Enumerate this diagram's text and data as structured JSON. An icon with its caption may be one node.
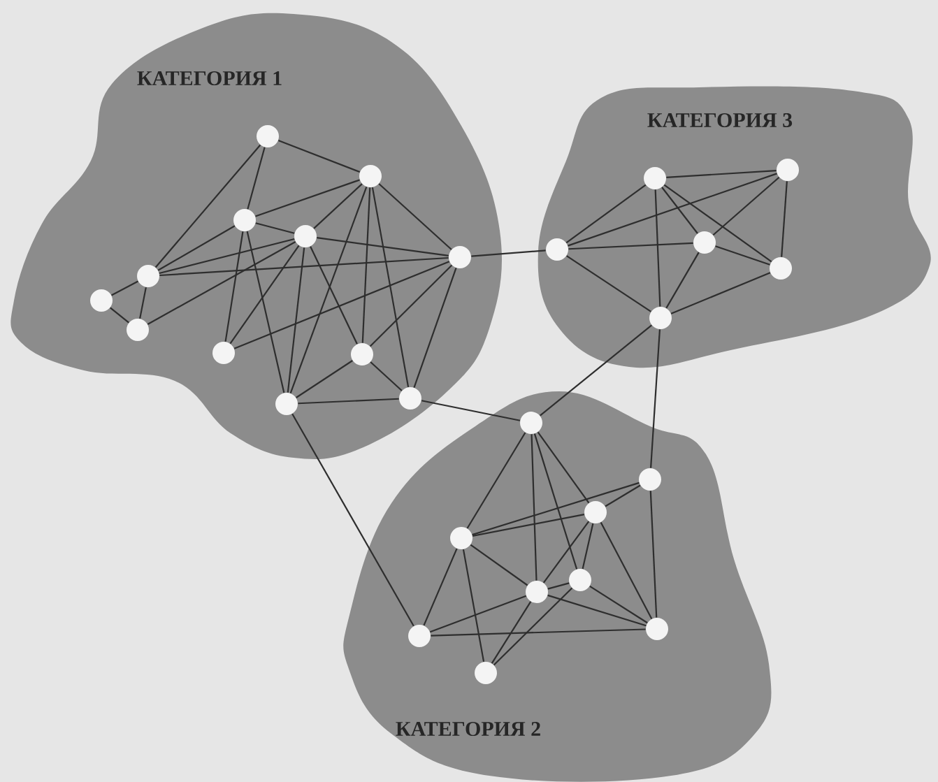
{
  "diagram": {
    "nodes": [
      {
        "text": [
          "КАТЕГОРИЯ 1"
        ]
      },
      {
        "text": [],
        "shape": "circle",
        "in": 0
      },
      {
        "text": [],
        "shape": "circle",
        "in": 0
      },
      {
        "text": [],
        "shape": "circle",
        "in": 0
      },
      {
        "text": [],
        "shape": "circle",
        "in": 0
      },
      {
        "text": [],
        "shape": "circle",
        "in": 0
      },
      {
        "text": [],
        "shape": "circle",
        "in": 0
      },
      {
        "text": [],
        "shape": "circle",
        "in": 0
      },
      {
        "text": [],
        "shape": "circle",
        "in": 0
      },
      {
        "text": [],
        "shape": "circle",
        "in": 0
      },
      {
        "text": [],
        "shape": "circle",
        "in": 0
      },
      {
        "text": [],
        "shape": "circle",
        "in": 0
      },
      {
        "text": [],
        "shape": "circle",
        "in": 0
      },
      {
        "text": [
          "КАТЕГОРИЯ 3"
        ]
      },
      {
        "text": [],
        "shape": "circle",
        "in": 13
      },
      {
        "text": [],
        "shape": "circle",
        "in": 13
      },
      {
        "text": [],
        "shape": "circle",
        "in": 13
      },
      {
        "text": [],
        "shape": "circle",
        "in": 13
      },
      {
        "text": [],
        "shape": "circle",
        "in": 13
      },
      {
        "text": [],
        "shape": "circle",
        "in": 13
      },
      {
        "text": [
          "КАТЕГОРИЯ 2"
        ]
      },
      {
        "text": [],
        "shape": "circle",
        "in": 20
      },
      {
        "text": [],
        "shape": "circle",
        "in": 20
      },
      {
        "text": [],
        "shape": "circle",
        "in": 20
      },
      {
        "text": [],
        "shape": "circle",
        "in": 20
      },
      {
        "text": [],
        "shape": "circle",
        "in": 20
      },
      {
        "text": [],
        "shape": "circle",
        "in": 20
      },
      {
        "text": [],
        "shape": "circle",
        "in": 20
      },
      {
        "text": [],
        "shape": "circle",
        "in": 20
      },
      {
        "text": [],
        "shape": "circle",
        "in": 20
      }
    ],
    "edges": [
      {
        "from": 1,
        "to": 2,
        "arrow": "none"
      },
      {
        "from": 1,
        "to": 3,
        "arrow": "none"
      },
      {
        "from": 1,
        "to": 5,
        "arrow": "none"
      },
      {
        "from": 3,
        "to": 2,
        "arrow": "none"
      },
      {
        "from": 3,
        "to": 4,
        "arrow": "none"
      },
      {
        "from": 3,
        "to": 5,
        "arrow": "none"
      },
      {
        "from": 4,
        "to": 2,
        "arrow": "none"
      },
      {
        "from": 2,
        "to": 8,
        "arrow": "none"
      },
      {
        "from": 5,
        "to": 6,
        "arrow": "none"
      },
      {
        "from": 5,
        "to": 7,
        "arrow": "none"
      },
      {
        "from": 6,
        "to": 7,
        "arrow": "none"
      },
      {
        "from": 7,
        "to": 4,
        "arrow": "none"
      },
      {
        "from": 5,
        "to": 4,
        "arrow": "none"
      },
      {
        "from": 5,
        "to": 8,
        "arrow": "none"
      },
      {
        "from": 3,
        "to": 9,
        "arrow": "none"
      },
      {
        "from": 3,
        "to": 11,
        "arrow": "none"
      },
      {
        "from": 4,
        "to": 9,
        "arrow": "none"
      },
      {
        "from": 4,
        "to": 11,
        "arrow": "none"
      },
      {
        "from": 4,
        "to": 10,
        "arrow": "none"
      },
      {
        "from": 4,
        "to": 8,
        "arrow": "none"
      },
      {
        "from": 2,
        "to": 11,
        "arrow": "none"
      },
      {
        "from": 2,
        "to": 10,
        "arrow": "none"
      },
      {
        "from": 2,
        "to": 12,
        "arrow": "none"
      },
      {
        "from": 9,
        "to": 8,
        "arrow": "none"
      },
      {
        "from": 10,
        "to": 8,
        "arrow": "none"
      },
      {
        "from": 12,
        "to": 8,
        "arrow": "none"
      },
      {
        "from": 10,
        "to": 11,
        "arrow": "none"
      },
      {
        "from": 10,
        "to": 12,
        "arrow": "none"
      },
      {
        "from": 11,
        "to": 12,
        "arrow": "none"
      },
      {
        "from": 8,
        "to": 16,
        "arrow": "none"
      },
      {
        "from": 12,
        "to": 21,
        "arrow": "none"
      },
      {
        "from": 11,
        "to": 27,
        "arrow": "none"
      },
      {
        "from": 14,
        "to": 15,
        "arrow": "none"
      },
      {
        "from": 14,
        "to": 16,
        "arrow": "none"
      },
      {
        "from": 14,
        "to": 17,
        "arrow": "none"
      },
      {
        "from": 14,
        "to": 18,
        "arrow": "none"
      },
      {
        "from": 14,
        "to": 19,
        "arrow": "none"
      },
      {
        "from": 16,
        "to": 15,
        "arrow": "none"
      },
      {
        "from": 16,
        "to": 17,
        "arrow": "none"
      },
      {
        "from": 16,
        "to": 19,
        "arrow": "none"
      },
      {
        "from": 17,
        "to": 15,
        "arrow": "none"
      },
      {
        "from": 15,
        "to": 18,
        "arrow": "none"
      },
      {
        "from": 17,
        "to": 18,
        "arrow": "none"
      },
      {
        "from": 17,
        "to": 19,
        "arrow": "none"
      },
      {
        "from": 19,
        "to": 18,
        "arrow": "none"
      },
      {
        "from": 19,
        "to": 21,
        "arrow": "none"
      },
      {
        "from": 19,
        "to": 22,
        "arrow": "none"
      },
      {
        "from": 21,
        "to": 24,
        "arrow": "none"
      },
      {
        "from": 21,
        "to": 25,
        "arrow": "none"
      },
      {
        "from": 21,
        "to": 26,
        "arrow": "none"
      },
      {
        "from": 21,
        "to": 23,
        "arrow": "none"
      },
      {
        "from": 24,
        "to": 22,
        "arrow": "none"
      },
      {
        "from": 24,
        "to": 23,
        "arrow": "none"
      },
      {
        "from": 24,
        "to": 25,
        "arrow": "none"
      },
      {
        "from": 24,
        "to": 27,
        "arrow": "none"
      },
      {
        "from": 24,
        "to": 29,
        "arrow": "none"
      },
      {
        "from": 23,
        "to": 22,
        "arrow": "none"
      },
      {
        "from": 23,
        "to": 25,
        "arrow": "none"
      },
      {
        "from": 23,
        "to": 26,
        "arrow": "none"
      },
      {
        "from": 23,
        "to": 28,
        "arrow": "none"
      },
      {
        "from": 26,
        "to": 25,
        "arrow": "none"
      },
      {
        "from": 26,
        "to": 28,
        "arrow": "none"
      },
      {
        "from": 25,
        "to": 28,
        "arrow": "none"
      },
      {
        "from": 27,
        "to": 28,
        "arrow": "none"
      },
      {
        "from": 27,
        "to": 25,
        "arrow": "none"
      },
      {
        "from": 25,
        "to": 29,
        "arrow": "none"
      },
      {
        "from": 26,
        "to": 29,
        "arrow": "none"
      },
      {
        "from": 22,
        "to": 28,
        "arrow": "none"
      }
    ]
  }
}
